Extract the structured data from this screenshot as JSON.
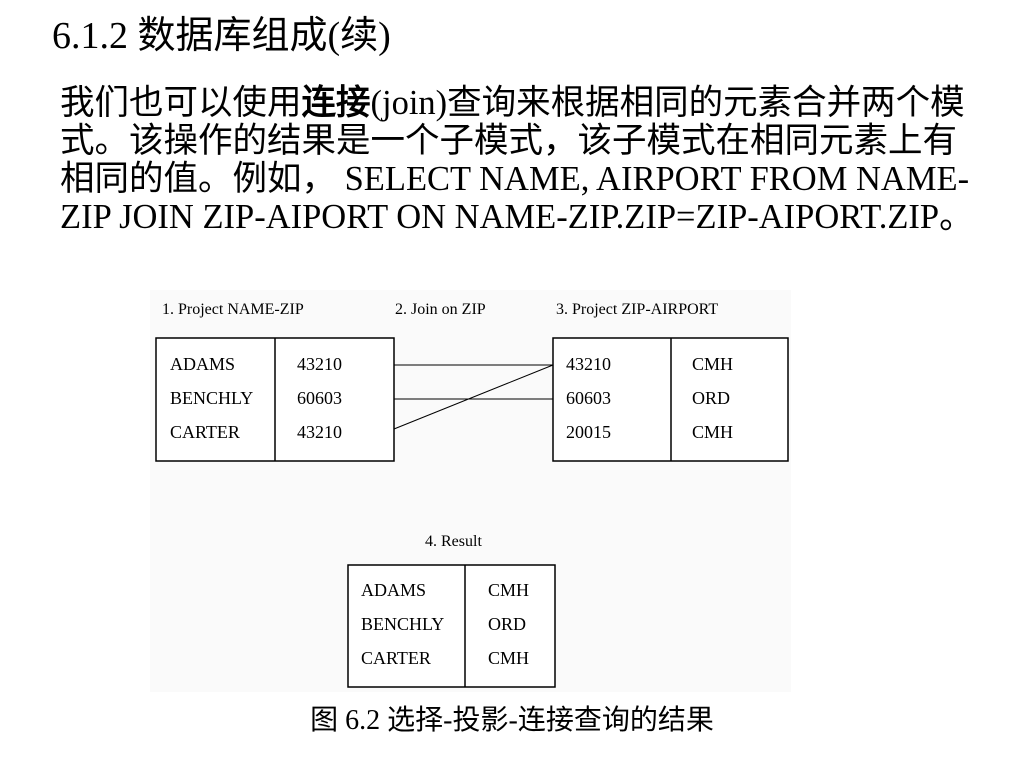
{
  "slide": {
    "heading": "6.1.2 数据库组成(续)",
    "paragraph": {
      "before": "我们也可以使用",
      "bold": "连接",
      "after": "(join)查询来根据相同的元素合并两个模式。该操作的结果是一个子模式，该子模式在相同元素上有相同的值。例如， SELECT NAME, AIRPORT FROM NAME-ZIP JOIN ZIP-AIPORT ON NAME-ZIP.ZIP=ZIP-AIPORT.ZIP。"
    },
    "caption": "图 6.2 选择-投影-连接查询的结果"
  },
  "figure": {
    "steps": {
      "project_name_zip": "1.  Project NAME-ZIP",
      "join_on_zip": "2.  Join on ZIP",
      "project_zip_airport": "3.  Project ZIP-AIRPORT",
      "result": "4.  Result"
    },
    "name_zip": {
      "rows": [
        [
          "ADAMS",
          "43210"
        ],
        [
          "BENCHLY",
          "60603"
        ],
        [
          "CARTER",
          "43210"
        ]
      ]
    },
    "zip_airport": {
      "rows": [
        [
          "43210",
          "CMH"
        ],
        [
          "60603",
          "ORD"
        ],
        [
          "20015",
          "CMH"
        ]
      ]
    },
    "result": {
      "rows": [
        [
          "ADAMS",
          "CMH"
        ],
        [
          "BENCHLY",
          "ORD"
        ],
        [
          "CARTER",
          "CMH"
        ]
      ]
    }
  }
}
